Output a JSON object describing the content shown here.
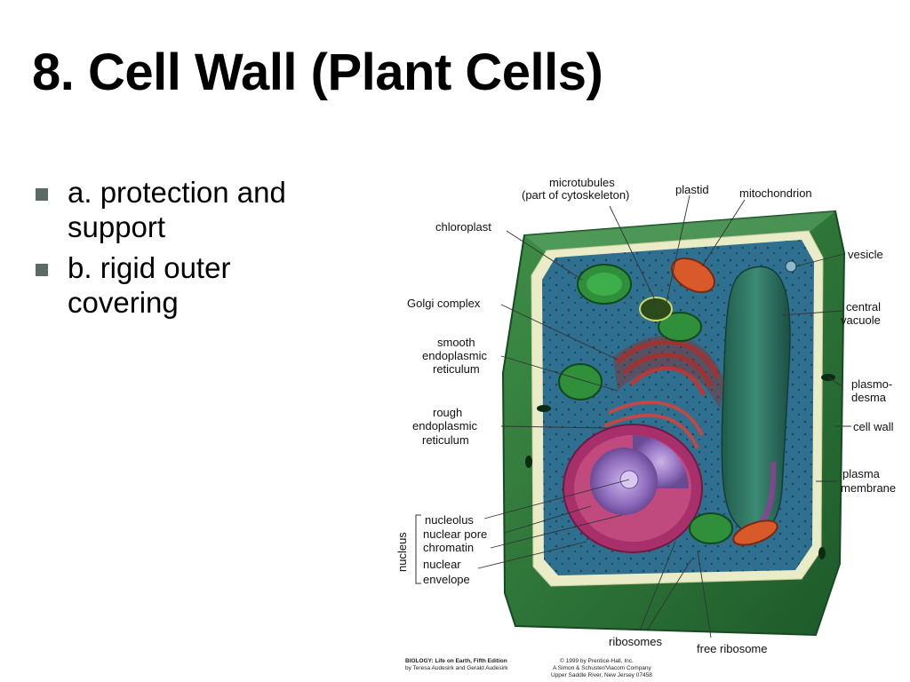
{
  "slide": {
    "title": "8. Cell Wall (Plant Cells)",
    "bullets": [
      "a. protection and support",
      "b. rigid outer covering"
    ]
  },
  "diagram": {
    "labels": {
      "microtubules_1": "microtubules",
      "microtubules_2": "(part of cytoskeleton)",
      "plastid": "plastid",
      "mitochondrion": "mitochondrion",
      "chloroplast": "chloroplast",
      "vesicle": "vesicle",
      "golgi": "Golgi complex",
      "central_vacuole_1": "central",
      "central_vacuole_2": "vacuole",
      "smooth_er_1": "smooth",
      "smooth_er_2": "endoplasmic",
      "smooth_er_3": "reticulum",
      "plasmodesma_1": "plasmo-",
      "plasmodesma_2": "desma",
      "rough_er_1": "rough",
      "rough_er_2": "endoplasmic",
      "rough_er_3": "reticulum",
      "cell_wall": "cell wall",
      "plasma_membrane_1": "plasma",
      "plasma_membrane_2": "membrane",
      "nucleolus": "nucleolus",
      "nuclear_pore": "nuclear pore",
      "chromatin": "chromatin",
      "nuclear_envelope_1": "nuclear",
      "nuclear_envelope_2": "envelope",
      "nucleus": "nucleus",
      "ribosomes": "ribosomes",
      "free_ribosome": "free ribosome"
    },
    "credits": {
      "book_title": "BIOLOGY: Life on Earth, Fifth Edition",
      "book_authors": "by Teresa Audesirk and Gerald Audesirk",
      "copyright_1": "© 1999 by Prentice-Hall, Inc.",
      "copyright_2": "A Simon & Schuster/Viacom Company",
      "copyright_3": "Upper Saddle River, New Jersey 07458"
    },
    "colors": {
      "cell_wall": "#2e7d3a",
      "cytoplasm": "#2f6f8f",
      "vacuole": "#2a6b5e",
      "nucleus": "#a8306a",
      "er": "#b23a3a"
    }
  }
}
